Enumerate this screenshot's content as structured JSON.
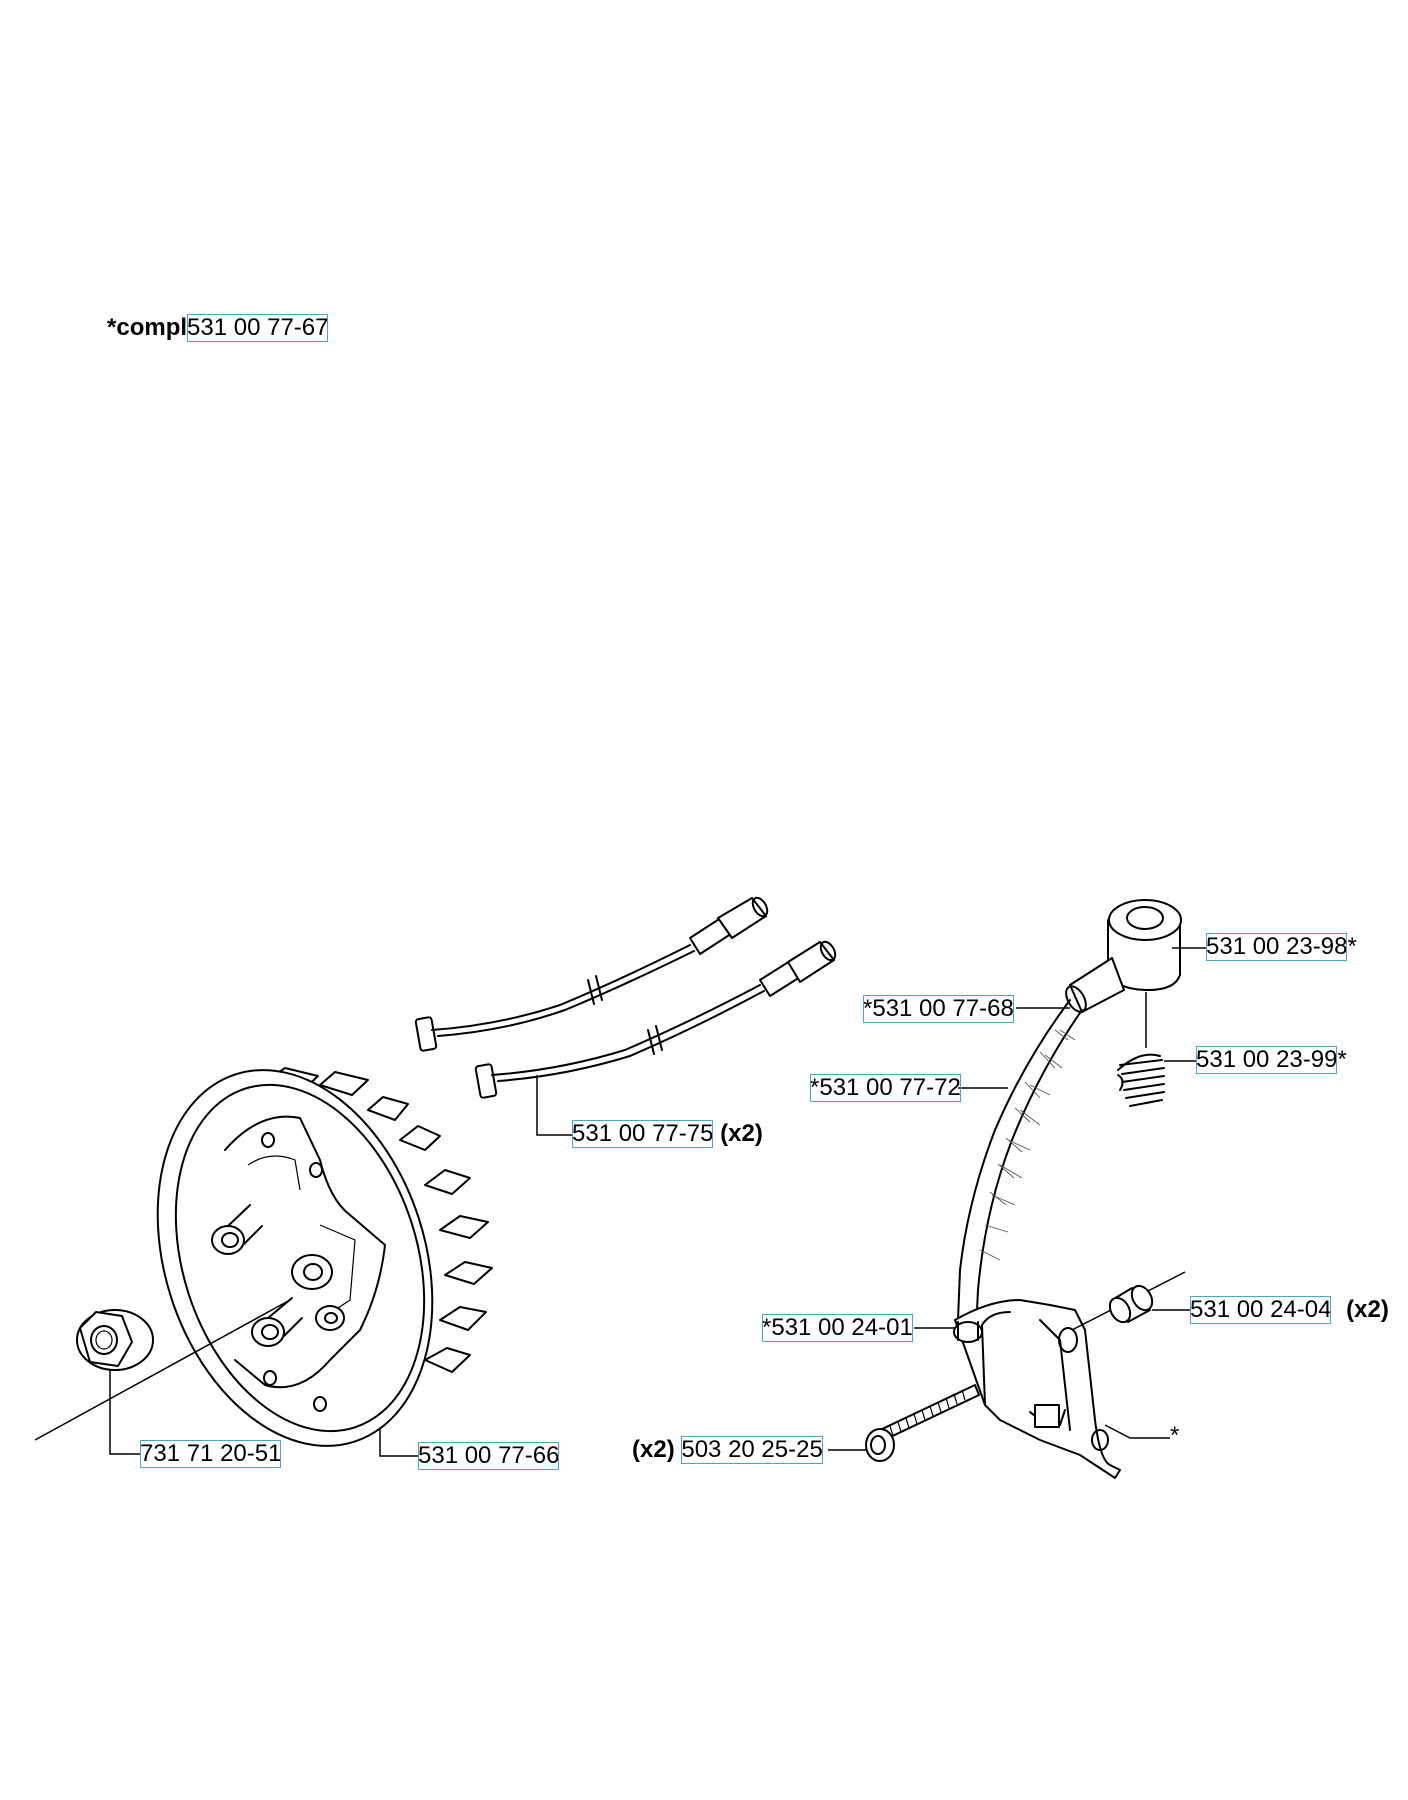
{
  "header": {
    "prefix": "*compl",
    "part": "531 00 77-67"
  },
  "callouts": {
    "nut": {
      "part": "731 71 20-51"
    },
    "flywheel": {
      "part": "531 00 77-66"
    },
    "wire": {
      "part": "531 00 77-75",
      "qty": "(x2)"
    },
    "boot": {
      "prefix": "*",
      "part": "531 00 77-68"
    },
    "cap": {
      "part": "531 00 23-98",
      "suffix": "*"
    },
    "spring": {
      "part": "531 00 23-99",
      "suffix": "*"
    },
    "lead": {
      "prefix": "*",
      "part": "531 00 77-72"
    },
    "clip": {
      "prefix": "*",
      "part": "531 00 24-01"
    },
    "spacer": {
      "part": "531 00 24-04",
      "qty": "(x2)"
    },
    "screw": {
      "qty": "(x2)",
      "part": "503 20 25-25"
    },
    "module": {
      "mark": "*"
    }
  }
}
